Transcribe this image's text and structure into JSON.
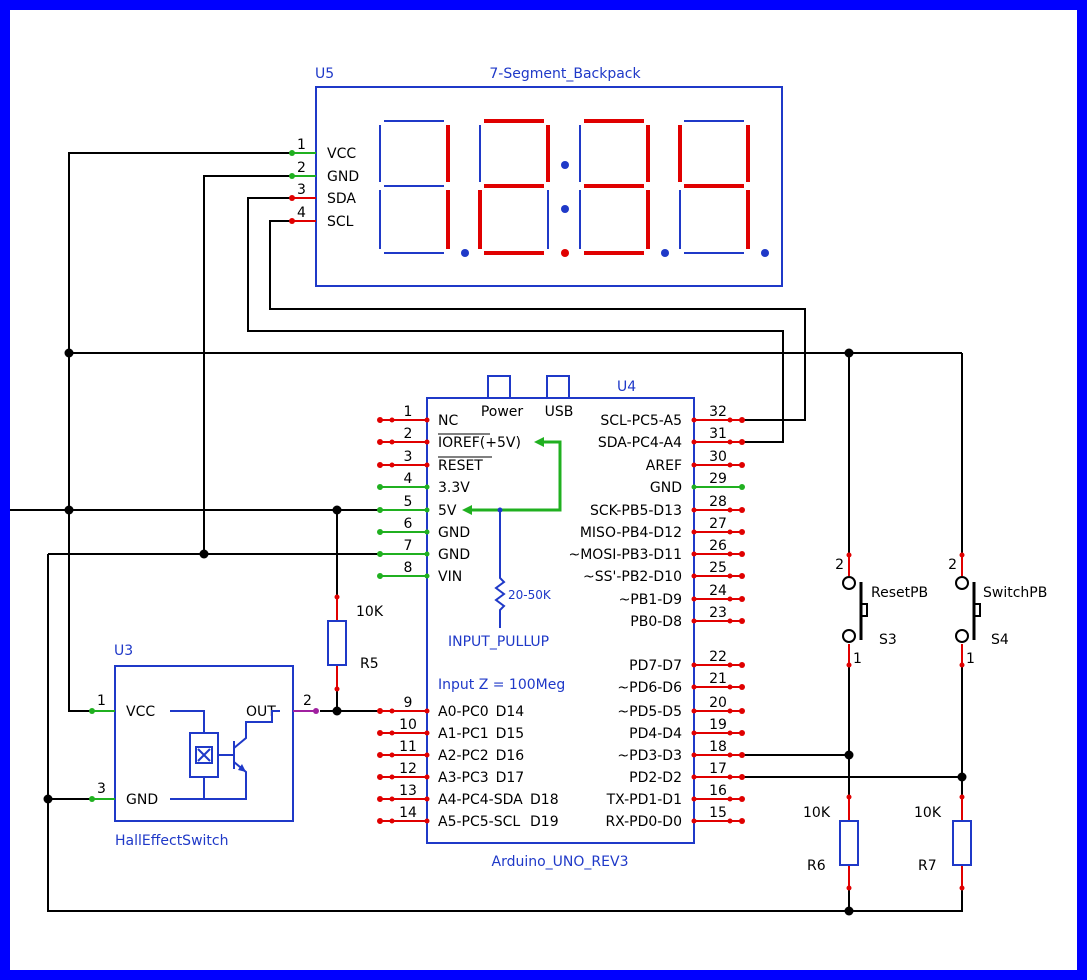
{
  "u5": {
    "ref": "U5",
    "name": "7-Segment_Backpack",
    "pins": [
      {
        "num": "1",
        "label": "VCC"
      },
      {
        "num": "2",
        "label": "GND"
      },
      {
        "num": "3",
        "label": "SDA"
      },
      {
        "num": "4",
        "label": "SCL"
      }
    ]
  },
  "u4": {
    "ref": "U4",
    "name": "Arduino_UNO_REV3",
    "power": "Power",
    "usb": "USB",
    "pullup_label": "INPUT_PULLUP",
    "pullup_value": "20-50K",
    "input_z": "Input Z = 100Meg",
    "left_pins": [
      {
        "num": "1",
        "label": "NC",
        "d": ""
      },
      {
        "num": "2",
        "label": "IOREF(+5V)",
        "d": ""
      },
      {
        "num": "3",
        "label": "RESET",
        "d": ""
      },
      {
        "num": "4",
        "label": "3.3V",
        "d": ""
      },
      {
        "num": "5",
        "label": "5V",
        "d": ""
      },
      {
        "num": "6",
        "label": "GND",
        "d": ""
      },
      {
        "num": "7",
        "label": "GND",
        "d": ""
      },
      {
        "num": "8",
        "label": "VIN",
        "d": ""
      },
      {
        "num": "9",
        "label": "A0-PC0",
        "d": "D14"
      },
      {
        "num": "10",
        "label": "A1-PC1",
        "d": "D15"
      },
      {
        "num": "11",
        "label": "A2-PC2",
        "d": "D16"
      },
      {
        "num": "12",
        "label": "A3-PC3",
        "d": "D17"
      },
      {
        "num": "13",
        "label": "A4-PC4-SDA",
        "d": "D18"
      },
      {
        "num": "14",
        "label": "A5-PC5-SCL",
        "d": "D19"
      }
    ],
    "right_pins": [
      {
        "num": "32",
        "label": "SCL-PC5-A5"
      },
      {
        "num": "31",
        "label": "SDA-PC4-A4"
      },
      {
        "num": "30",
        "label": "AREF"
      },
      {
        "num": "29",
        "label": "GND"
      },
      {
        "num": "28",
        "label": "SCK-PB5-D13"
      },
      {
        "num": "27",
        "label": "MISO-PB4-D12"
      },
      {
        "num": "26",
        "label": "~MOSI-PB3-D11"
      },
      {
        "num": "25",
        "label": "~SS'-PB2-D10"
      },
      {
        "num": "24",
        "label": "~PB1-D9"
      },
      {
        "num": "23",
        "label": "PB0-D8"
      },
      {
        "num": "22",
        "label": "PD7-D7"
      },
      {
        "num": "21",
        "label": "~PD6-D6"
      },
      {
        "num": "20",
        "label": "~PD5-D5"
      },
      {
        "num": "19",
        "label": "PD4-D4"
      },
      {
        "num": "18",
        "label": "~PD3-D3"
      },
      {
        "num": "17",
        "label": "PD2-D2"
      },
      {
        "num": "16",
        "label": "TX-PD1-D1"
      },
      {
        "num": "15",
        "label": "RX-PD0-D0"
      }
    ]
  },
  "u3": {
    "ref": "U3",
    "name": "HallEffectSwitch",
    "pins": [
      {
        "num": "1",
        "label": "VCC"
      },
      {
        "num": "3",
        "label": "GND"
      },
      {
        "num": "2",
        "label": "OUT"
      }
    ]
  },
  "r5": {
    "ref": "R5",
    "value": "10K"
  },
  "r6": {
    "ref": "R6",
    "value": "10K"
  },
  "r7": {
    "ref": "R7",
    "value": "10K"
  },
  "s3": {
    "ref": "S3",
    "name": "ResetPB",
    "pin_top": "2",
    "pin_bottom": "1"
  },
  "s4": {
    "ref": "S4",
    "name": "SwitchPB",
    "pin_top": "2",
    "pin_bottom": "1"
  },
  "colors": {
    "border": "#0000ff",
    "component": "#1f39c8",
    "pin_red": "#e00000",
    "pin_green": "#20b020",
    "wire": "#000000"
  }
}
